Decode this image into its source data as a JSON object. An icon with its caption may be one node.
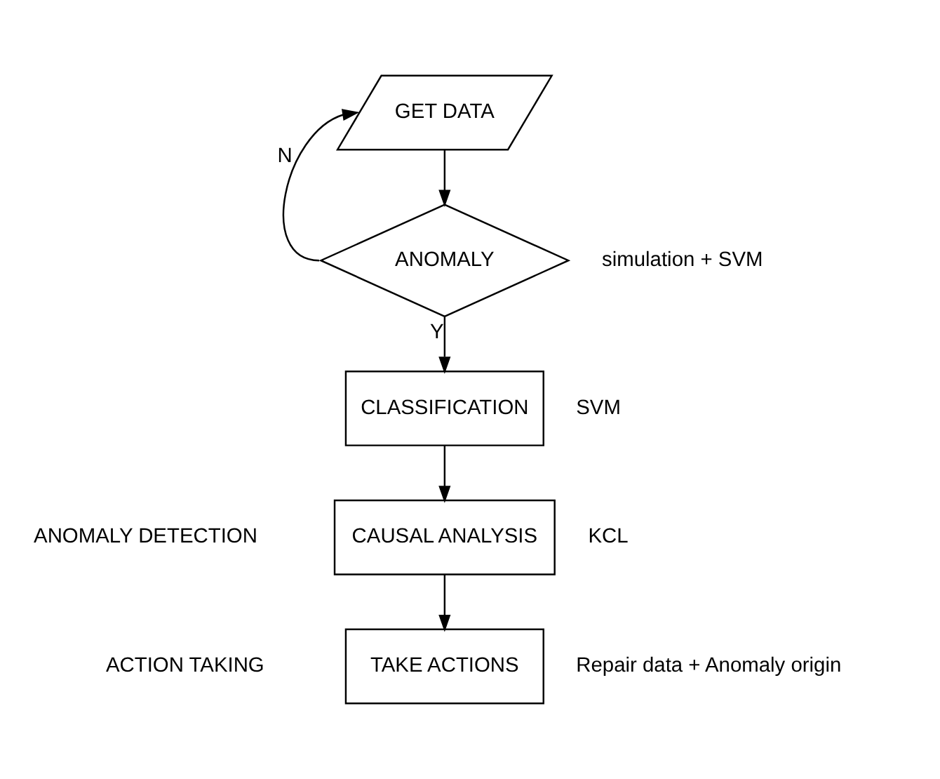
{
  "diagram": {
    "nodes": [
      {
        "text": [
          "GET DATA"
        ]
      },
      {
        "text": [
          "ANOMALY"
        ],
        "beside": [
          "simulation + SVM"
        ]
      },
      {
        "text": [
          "CLASSIFICATION"
        ],
        "beside": [
          "SVM"
        ]
      },
      {
        "text": [
          "CAUSAL ANALYSIS"
        ],
        "beside": [
          "KCL"
        ]
      },
      {
        "text": [
          "TAKE ACTIONS"
        ],
        "beside": [
          "Repair data + Anomaly origin"
        ]
      }
    ],
    "edges": [
      {
        "from": 0,
        "to": 1,
        "arrow": "to"
      },
      {
        "from": 1,
        "to": 0,
        "arrow": "to",
        "label": "N"
      },
      {
        "from": 1,
        "to": 2,
        "arrow": "to",
        "label": "Y"
      },
      {
        "from": 2,
        "to": 3,
        "arrow": "to"
      },
      {
        "from": 3,
        "to": 4,
        "arrow": "to"
      }
    ],
    "labels": [
      "ANOMALY DETECTION",
      "ACTION TAKING"
    ]
  }
}
